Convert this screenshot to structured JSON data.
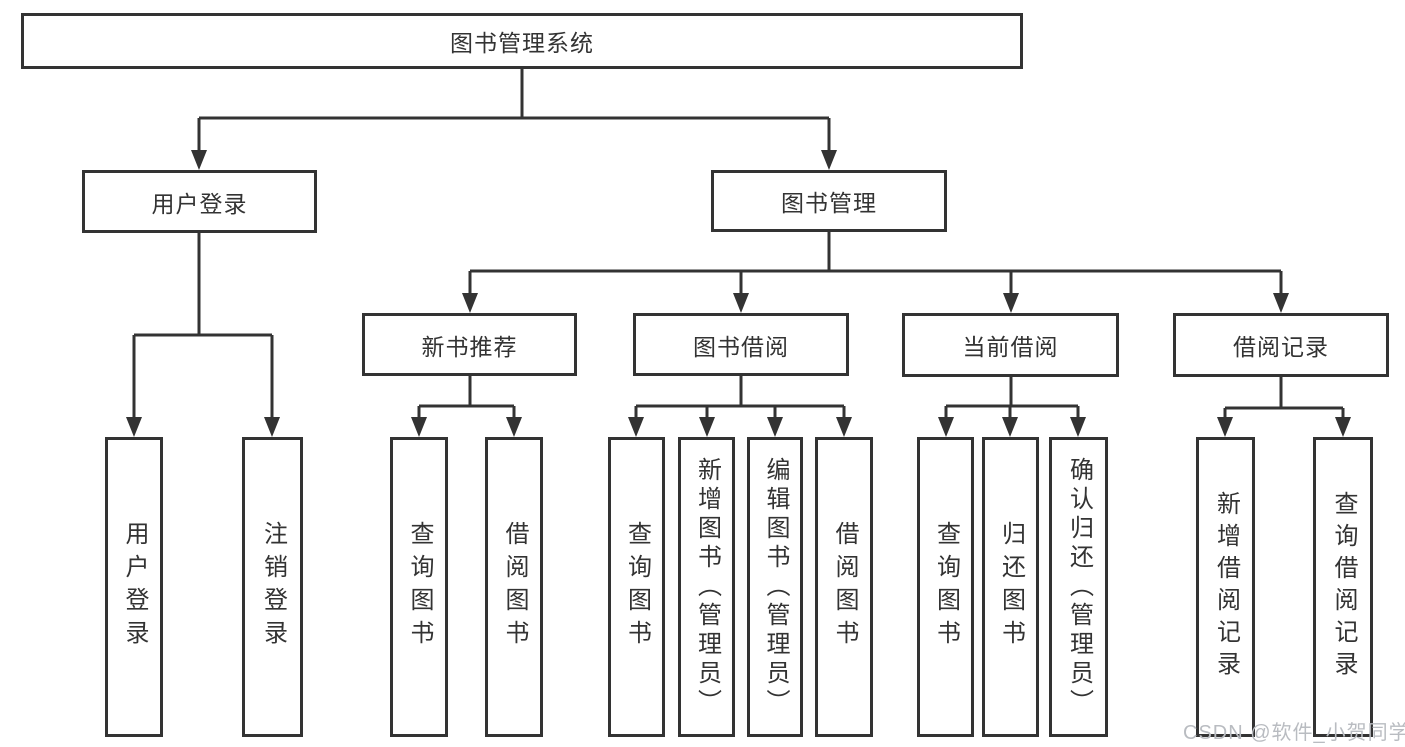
{
  "diagram": {
    "title": "图书管理系统",
    "level2": {
      "user_login": "用户登录",
      "book_management": "图书管理"
    },
    "level3": {
      "new_book": "新书推荐",
      "book_borrow": "图书借阅",
      "current_borrow": "当前借阅",
      "borrow_record": "借阅记录"
    },
    "leaves": {
      "user_login": [
        "用户登录",
        "注销登录"
      ],
      "new_book": [
        "查询图书",
        "借阅图书"
      ],
      "book_borrow": [
        "查询图书",
        "新增图书（管理员）",
        "编辑图书（管理员）",
        "借阅图书"
      ],
      "current_borrow": [
        "查询图书",
        "归还图书",
        "确认归还（管理员）"
      ],
      "borrow_record": [
        "新增借阅记录",
        "查询借阅记录"
      ]
    }
  },
  "watermark": "CSDN @软件_小贺同学",
  "colors": {
    "line": "#333333",
    "text": "#333333",
    "box_background": "#ffffff",
    "page_background": "#ffffff",
    "watermark": "#b9bcc1"
  }
}
